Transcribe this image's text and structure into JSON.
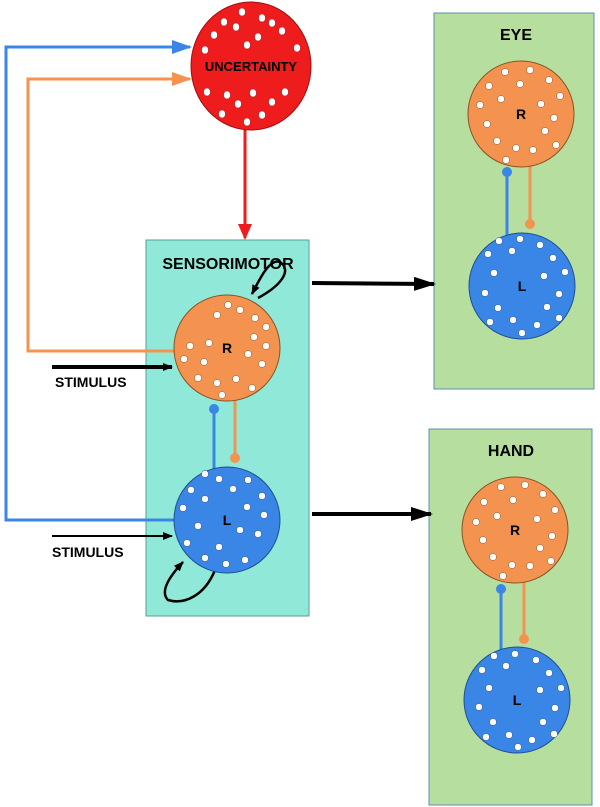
{
  "colors": {
    "orange": "#F4934F",
    "blue": "#3A86E6",
    "red": "#EE1C1C",
    "teal": "#8FE8D8",
    "green": "#B6DE9E",
    "black": "#000000"
  },
  "nodes": {
    "uncertainty": {
      "label": "UNCERTAINTY"
    },
    "sensorimotor": {
      "title": "SENSORIMOTOR",
      "right": "R",
      "left": "L",
      "stimulus_right": "STIMULUS",
      "stimulus_left": "STIMULUS"
    },
    "eye": {
      "title": "EYE",
      "right": "R",
      "left": "L"
    },
    "hand": {
      "title": "HAND",
      "right": "R",
      "left": "L"
    }
  }
}
